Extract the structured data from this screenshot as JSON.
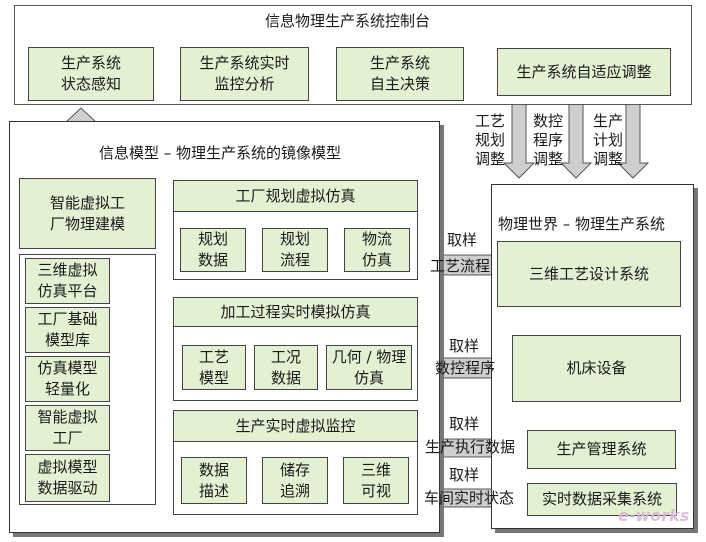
{
  "top_panel": {
    "title": "信息物理生产系统控制台",
    "steps": [
      "生产系统\n状态感知",
      "生产系统实时\n监控分析",
      "生产系统\n自主决策",
      "生产系统自适应调整"
    ]
  },
  "adjust_labels": [
    "工艺\n规划\n调整",
    "数控\n程序\n调整",
    "生产\n计划\n调整"
  ],
  "mirror_panel": {
    "title": "信息模型 – 物理生产系统的镜像模型",
    "left_top": "智能虚拟工\n厂物理建模",
    "left_items": [
      "三维虚拟\n仿真平台",
      "工厂基础\n模型库",
      "仿真模型\n轻量化",
      "智能虚拟\n工厂",
      "虚拟模型\n数据驱动"
    ],
    "groups": [
      {
        "title": "工厂规划虚拟仿真",
        "items": [
          "规划\n数据",
          "规划\n流程",
          "物流\n仿真"
        ]
      },
      {
        "title": "加工过程实时模拟仿真",
        "items": [
          "工艺\n模型",
          "工况\n数据",
          "几何 / 物理\n仿真"
        ]
      },
      {
        "title": "生产实时虚拟监控",
        "items": [
          "数据\n描述",
          "储存\n追溯",
          "三维\n可视"
        ]
      }
    ]
  },
  "physical_panel": {
    "title": "物理世界 – 物理生产系统",
    "systems": [
      "三维工艺设计系统",
      "机床设备",
      "生产管理系统",
      "实时数据采集系统"
    ]
  },
  "sample_arrows": [
    {
      "sample": "取样",
      "label": "工艺流程"
    },
    {
      "sample": "取样",
      "label": "数控程序"
    },
    {
      "sample": "取样",
      "label": "生产执行数据"
    },
    {
      "sample": "取样",
      "label": "车间实时状态"
    }
  ],
  "watermark": "e-works",
  "colors": {
    "box_fill": "#e4f0d2",
    "arrow_fill": "#cfcfcf",
    "arrow_stroke": "#555555"
  }
}
